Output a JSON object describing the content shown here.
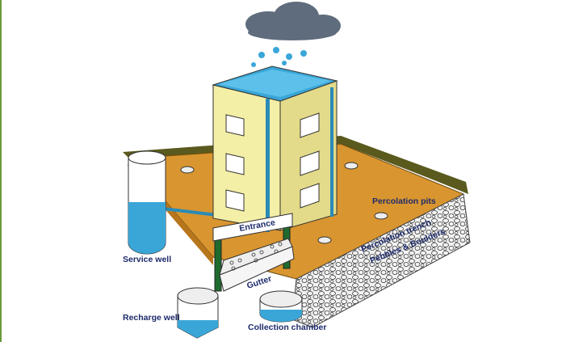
{
  "labels": {
    "service_well": "Service well",
    "recharge_well": "Recharge well",
    "collection_chamber": "Collection chamber",
    "entrance": "Entrance",
    "gutter": "Gutter",
    "percolation_pits": "Percolation pits",
    "percolation_trench": "Percolation trench",
    "pebbles_boulders": "Pebbles & Boulders"
  },
  "colors": {
    "ground": "#d9952f",
    "wall": "#5b5a1e",
    "building_front": "#f4efa6",
    "building_side": "#e3db8a",
    "water": "#3aa6d8",
    "cloud": "#5f6c7d",
    "label": "#1d2a6b",
    "post": "#1f6b2e"
  }
}
